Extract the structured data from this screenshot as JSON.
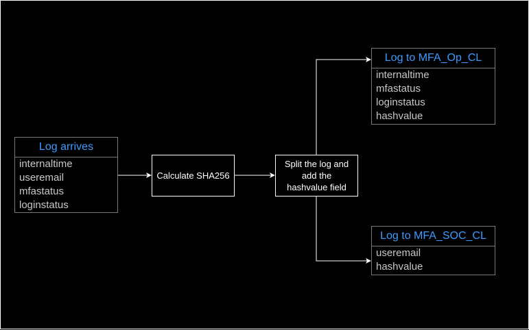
{
  "diagram": {
    "source": {
      "title": "Log arrives",
      "fields": [
        "internaltime",
        "useremail",
        "mfastatus",
        "loginstatus"
      ]
    },
    "hash_step": {
      "label": "Calculate SHA256"
    },
    "split_step": {
      "lines": [
        "Split the log and",
        "add the",
        "hashvalue field"
      ]
    },
    "op_table": {
      "title": "Log to MFA_Op_CL",
      "fields": [
        "internaltime",
        "mfastatus",
        "loginstatus",
        "hashvalue"
      ]
    },
    "soc_table": {
      "title": "Log to MFA_SOC_CL",
      "fields": [
        "useremail",
        "hashvalue"
      ]
    }
  },
  "colors": {
    "background": "#000000",
    "entity_title": "#3d9bff",
    "entity_field": "#c8c8c8",
    "line": "#ffffff"
  }
}
